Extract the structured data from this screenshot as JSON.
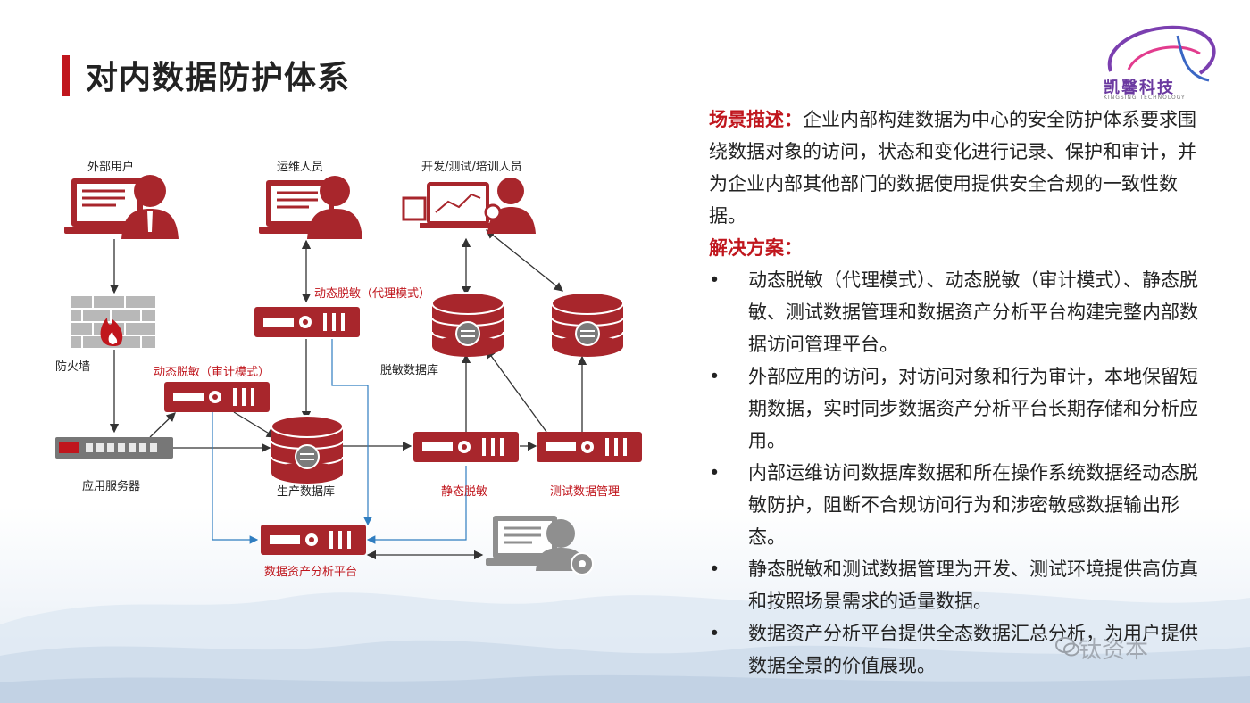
{
  "title": "对内数据防护体系",
  "logo": {
    "name": "凯馨科技",
    "sub": "KINGSING TECHNOLOGY"
  },
  "colors": {
    "accent": "#c0161d",
    "icon_red": "#a8262c",
    "gray": "#8f8f8f",
    "blue_line": "#2f7dc0"
  },
  "diagram": {
    "labels": {
      "external_user": "外部用户",
      "ops_staff": "运维人员",
      "dev_staff": "开发/测试/培训人员",
      "firewall": "防火墙",
      "dyn_proxy": "动态脱敏（代理模式）",
      "dyn_audit": "动态脱敏（审计模式）",
      "masked_db": "脱敏数据库",
      "app_server": "应用服务器",
      "prod_db": "生产数据库",
      "static_mask": "静态脱敏",
      "test_mgmt": "测试数据管理",
      "asset_platform": "数据资产分析平台"
    }
  },
  "scenario": {
    "label": "场景描述：",
    "text": "企业内部构建数据为中心的安全防护体系要求围绕数据对象的访问，状态和变化进行记录、保护和审计，并为企业内部其他部门的数据使用提供安全合规的一致性数据。"
  },
  "solution": {
    "label": "解决方案：",
    "bullet": "•",
    "items": [
      "动态脱敏（代理模式）、动态脱敏（审计模式）、静态脱敏、测试数据管理和数据资产分析平台构建完整内部数据访问管理平台。",
      "外部应用的访问，对访问对象和行为审计，本地保留短期数据，实时同步数据资产分析平台长期存储和分析应用。",
      "内部运维访问数据库数据和所在操作系统数据经动态脱敏防护，阻断不合规访问行为和涉密敏感数据输出形态。",
      "静态脱敏和测试数据管理为开发、测试环境提供高仿真和按照场景需求的适量数据。",
      "数据资产分析平台提供全态数据汇总分析，为用户提供数据全景的价值展现。"
    ]
  },
  "watermark": "钛资本"
}
